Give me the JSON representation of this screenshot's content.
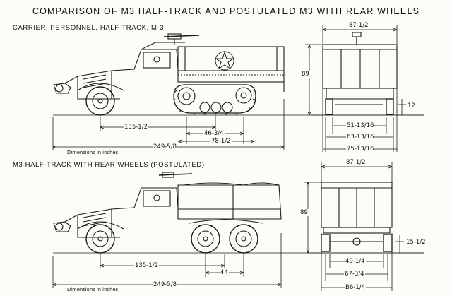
{
  "title": "COMPARISON OF M3 HALF-TRACK AND POSTULATED M3 WITH REAR WHEELS",
  "top_section": {
    "title": "CARRIER, PERSONNEL, HALF-TRACK, M-3",
    "dims": {
      "overall_length": "249-5/8",
      "wheelbase": "135-1/2",
      "track_centers": "46-3/4",
      "track_length": "78-1/2",
      "height": "89",
      "top_width": "87-1/2",
      "ground_clearance": "12",
      "track_tread": "51-13/16",
      "track_outer": "63-13/16",
      "overall_width": "75-13/16"
    },
    "note": "Dimensions in inches"
  },
  "bottom_section": {
    "title": "M3 HALF-TRACK WITH REAR WHEELS (POSTULATED)",
    "dims": {
      "overall_length": "249-5/8",
      "wheelbase": "135-1/2",
      "axle_spacing": "44",
      "height": "89",
      "top_width": "87-1/2",
      "ground_clearance": "15-1/2",
      "tread_inner": "49-1/4",
      "tread_outer": "67-3/4",
      "overall_width": "B6-1/4"
    },
    "note": "Dimensions in inches"
  }
}
